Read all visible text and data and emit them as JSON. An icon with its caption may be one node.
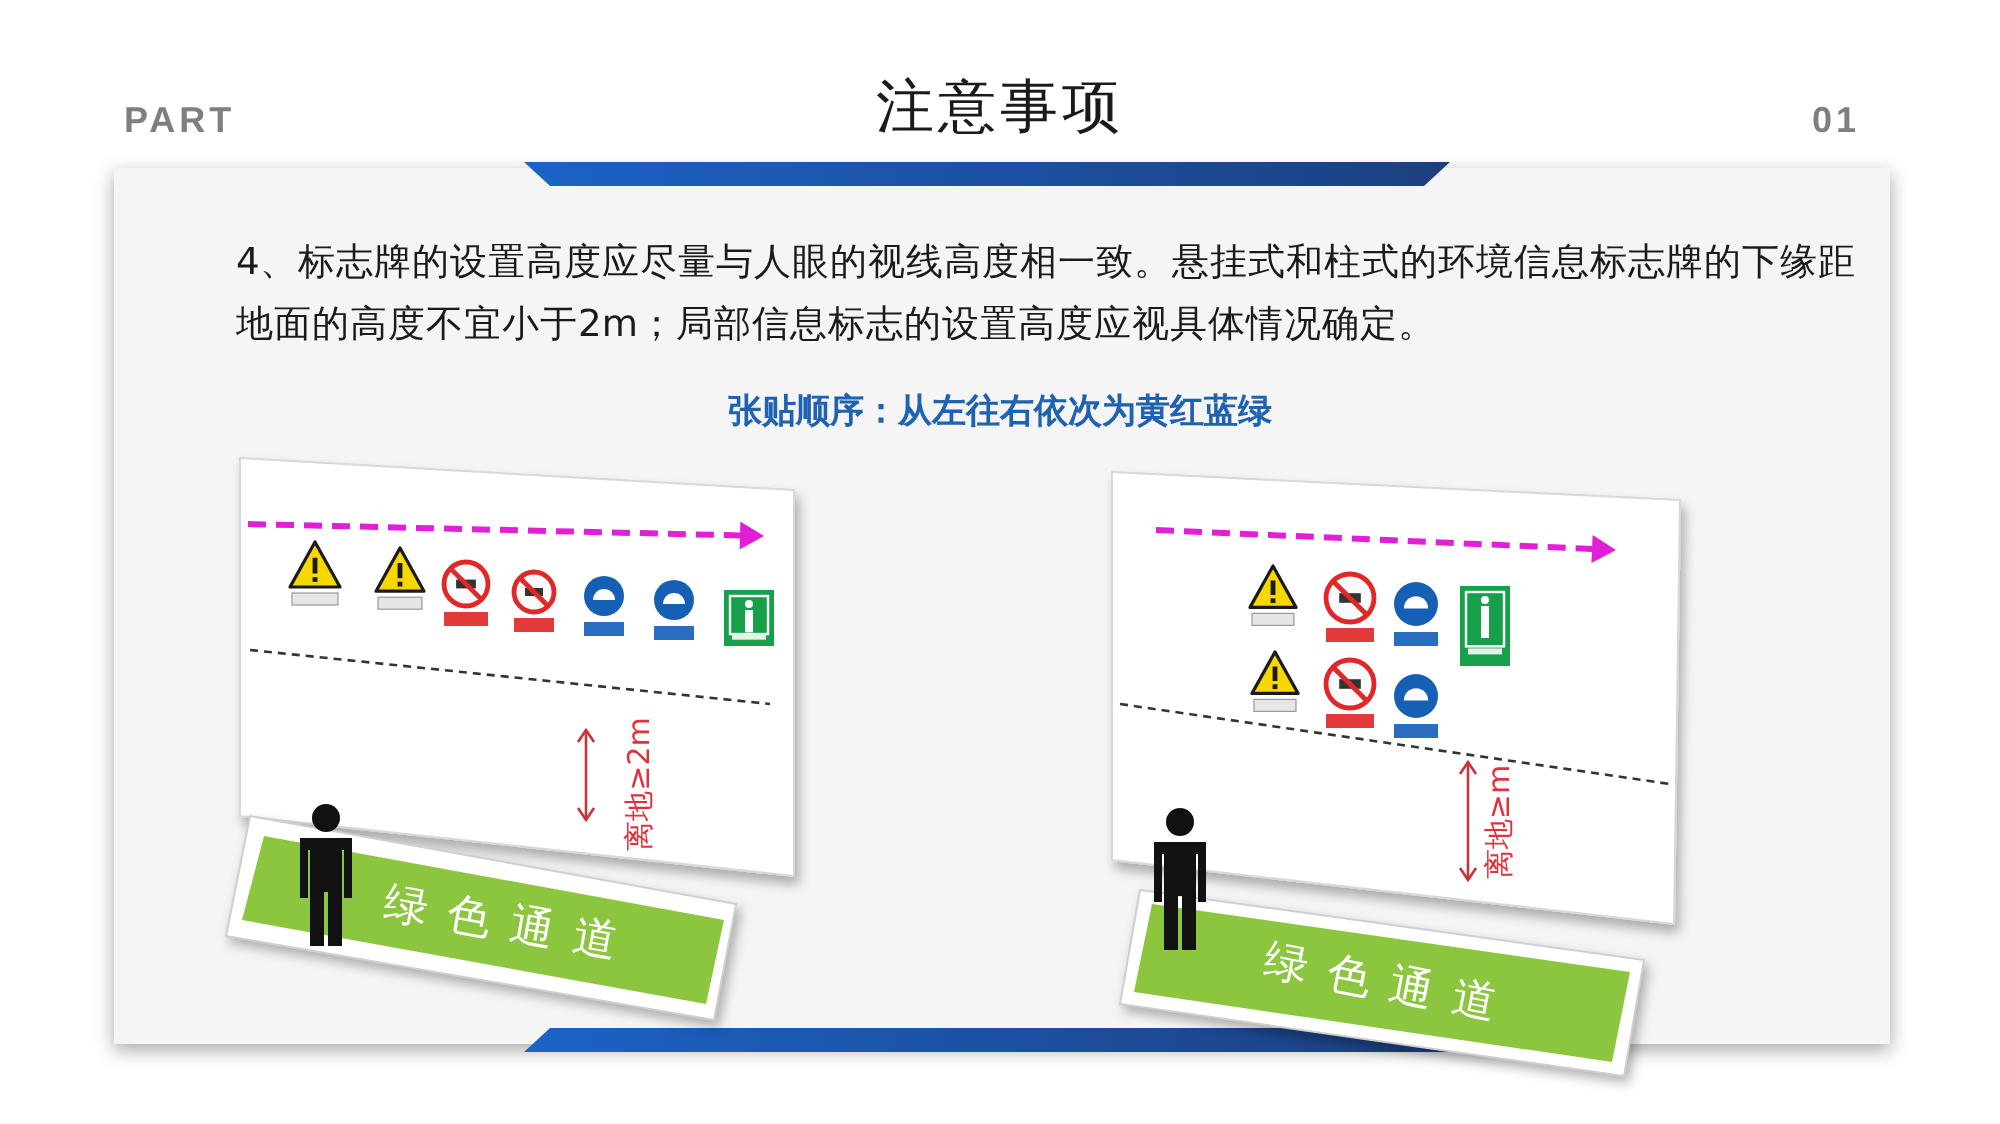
{
  "diagram": {
    "title": "注意事项",
    "nodes": [
      {
        "text": [
          "绿色通道"
        ]
      },
      {
        "text": [
          "绿色通道"
        ]
      }
    ],
    "labels": [
      "PART",
      "01",
      "4、标志牌的设置高度应尽量与人眼的视线高度相一致。悬挂式和柱式的环境信息标志牌的下缘距地面的高度不宜小于2m；局部信息标志的设置高度应视具体情况确定。",
      "张贴顺序：从左往右依次为黄红蓝绿",
      "离地≥2m",
      "离地≥m"
    ]
  }
}
